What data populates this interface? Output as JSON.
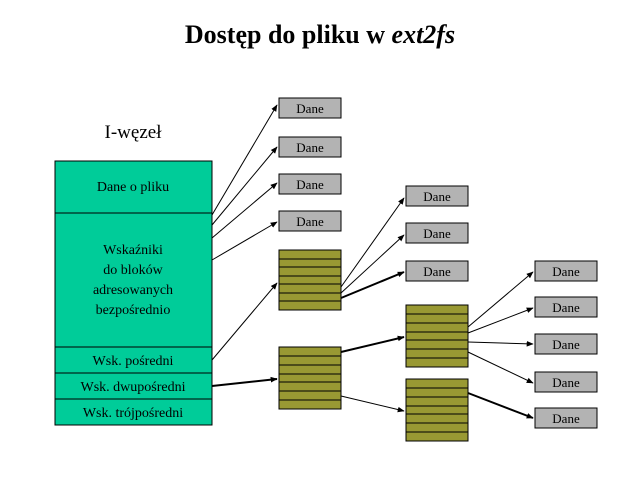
{
  "title": {
    "main": "Dostęp do pliku w ",
    "italic": "ext2fs"
  },
  "inode": {
    "label": "I-węzeł",
    "fields": {
      "file_data": "Dane o pliku",
      "direct": [
        "Wskaźniki",
        "do bloków",
        "adresowanych",
        "bezpośrednio"
      ],
      "indirect": "Wsk. pośredni",
      "double_indirect": "Wsk. dwupośredni",
      "triple_indirect": "Wsk. trójpośredni"
    }
  },
  "data_label": "Dane",
  "colors": {
    "inode_fill": "#00cc99",
    "pointer_block_fill": "#999933",
    "data_block_fill": "#b3b3b3"
  }
}
